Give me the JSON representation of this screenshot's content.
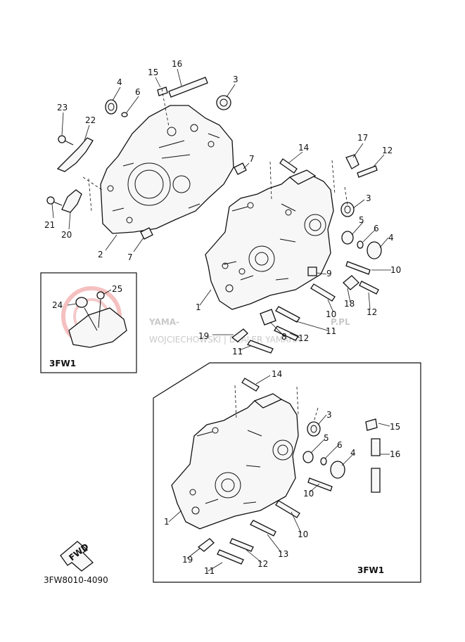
{
  "diagram": {
    "catalog_code": "3FW8010-4090",
    "inset_variant_label": "3FW1",
    "lower_variant_label": "3FW1",
    "fwd_label": "FWD",
    "watermark": {
      "main": "YAMA-",
      "main_end": "P.PL",
      "sub": "WOJCIECHOWSKI | DEALER YAMAHA",
      "accent_color": "#e24a4a"
    },
    "callouts": {
      "c1": "1",
      "c2": "2",
      "c3": "3",
      "c4": "4",
      "c5": "5",
      "c6": "6",
      "c7": "7",
      "c8": "8",
      "c9": "9",
      "c10": "10",
      "c11": "11",
      "c12": "12",
      "c13": "13",
      "c14": "14",
      "c15": "15",
      "c16": "16",
      "c17": "17",
      "c18": "18",
      "c19": "19",
      "c20": "20",
      "c21": "21",
      "c22": "22",
      "c23": "23",
      "c24": "24",
      "c25": "25"
    }
  }
}
